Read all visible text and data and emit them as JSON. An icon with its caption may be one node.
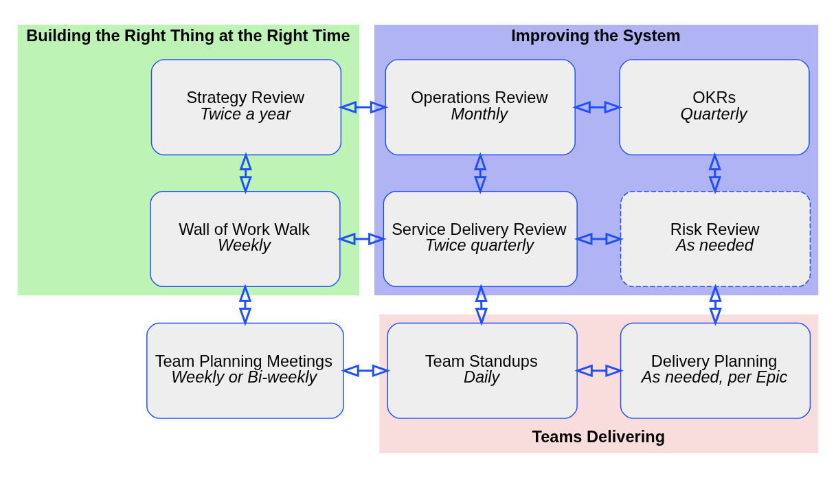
{
  "diagram": {
    "nodes": [
      {
        "text": [
          "Building the Right Thing at the Right Time"
        ]
      },
      {
        "text": [
          "Strategy Review",
          "Twice a year"
        ],
        "in": 0
      },
      {
        "text": [
          "Wall of Work Walk",
          "Weekly"
        ],
        "in": 0
      },
      {
        "text": [
          "Improving the System"
        ]
      },
      {
        "text": [
          "Operations Review",
          "Monthly"
        ],
        "in": 3
      },
      {
        "text": [
          "OKRs",
          "Quarterly"
        ],
        "in": 3
      },
      {
        "text": [
          "Service Delivery Review",
          "Twice quarterly"
        ],
        "in": 3
      },
      {
        "text": [
          "Risk Review",
          "As needed"
        ],
        "in": 3
      },
      {
        "text": [
          "Teams Delivering"
        ]
      },
      {
        "text": [
          "Team Planning Meetings",
          "Weekly or Bi-weekly"
        ]
      },
      {
        "text": [
          "Team Standups",
          "Daily"
        ],
        "in": 8
      },
      {
        "text": [
          "Delivery Planning",
          "As needed, per Epic"
        ],
        "in": 8
      }
    ],
    "edges": [
      {
        "from": 1,
        "to": 4,
        "arrow": "both"
      },
      {
        "from": 4,
        "to": 5,
        "arrow": "both"
      },
      {
        "from": 1,
        "to": 2,
        "arrow": "both"
      },
      {
        "from": 4,
        "to": 6,
        "arrow": "both"
      },
      {
        "from": 5,
        "to": 7,
        "arrow": "both"
      },
      {
        "from": 2,
        "to": 6,
        "arrow": "both"
      },
      {
        "from": 6,
        "to": 7,
        "arrow": "both"
      },
      {
        "from": 2,
        "to": 9,
        "arrow": "both"
      },
      {
        "from": 6,
        "to": 10,
        "arrow": "both"
      },
      {
        "from": 7,
        "to": 11,
        "arrow": "both"
      },
      {
        "from": 9,
        "to": 10,
        "arrow": "both"
      },
      {
        "from": 10,
        "to": 11,
        "arrow": "both"
      }
    ]
  }
}
